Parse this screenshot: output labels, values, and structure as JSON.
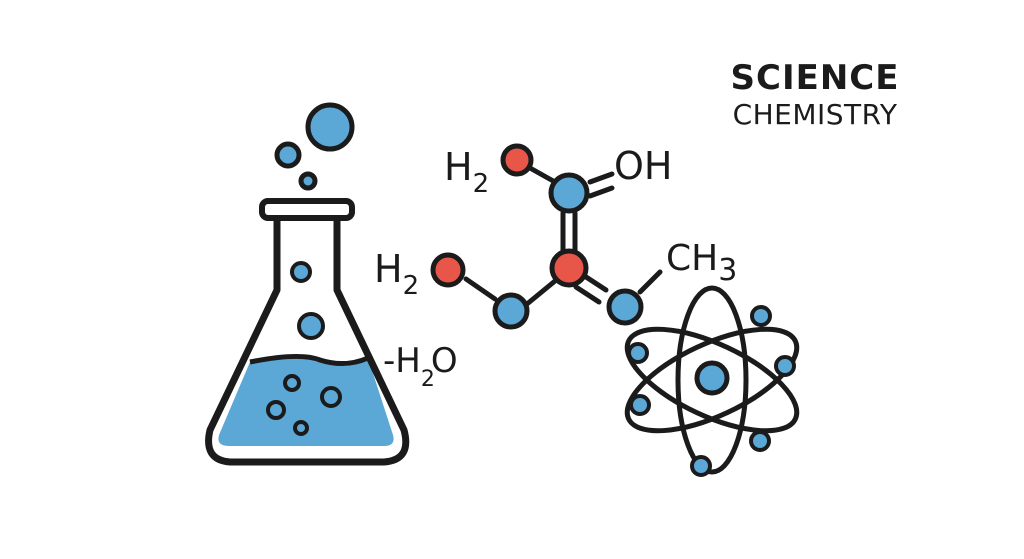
{
  "title": {
    "main": "SCIENCE",
    "sub": "CHEMISTRY"
  },
  "labels": {
    "top_left_h": "H",
    "top_left_sub": "2",
    "top_right": "OH",
    "mid_left_h": "H",
    "mid_left_sub": "2",
    "mid_right_ch": "CH",
    "mid_right_sub": "3",
    "flask_side": "-H",
    "flask_side_sub": "2",
    "flask_side_o": "O"
  },
  "icons": [
    "flask-icon",
    "molecule-icon",
    "atom-icon",
    "bubble-icon"
  ],
  "colors": {
    "outline": "#1b1b1b",
    "blue": "#5ba7d6",
    "red": "#e8564a",
    "liquid": "#5ba7d6"
  }
}
